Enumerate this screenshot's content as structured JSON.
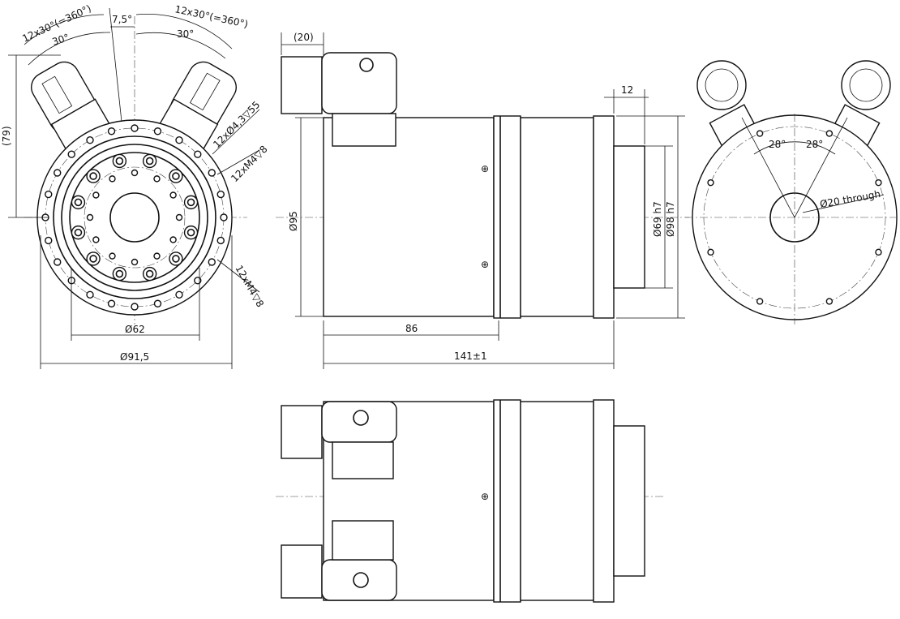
{
  "front_view": {
    "angle_pitch_left": "12x30°(=360°)",
    "angle_pitch_right": "12x30°(=360°)",
    "angle_offset": "7,5°",
    "angle_left": "30°",
    "angle_right": "30°",
    "height_ref": "(79)",
    "holes_through": "12xØ4,3▽55",
    "threads_upper": "12xM4▽8",
    "threads_lower": "12xM4▽8",
    "inner_diameter": "Ø62",
    "outer_diameter": "Ø91,5"
  },
  "side_view": {
    "connector_width": "(20)",
    "body_diameter": "Ø95",
    "body_length": "86",
    "total_length": "141±1",
    "shaft_length": "12",
    "shaft_diameter": "Ø69 h7",
    "flange_diameter": "Ø98 h7"
  },
  "rear_view": {
    "angle_left": "28°",
    "angle_right": "28°",
    "bore": "Ø20 through"
  }
}
